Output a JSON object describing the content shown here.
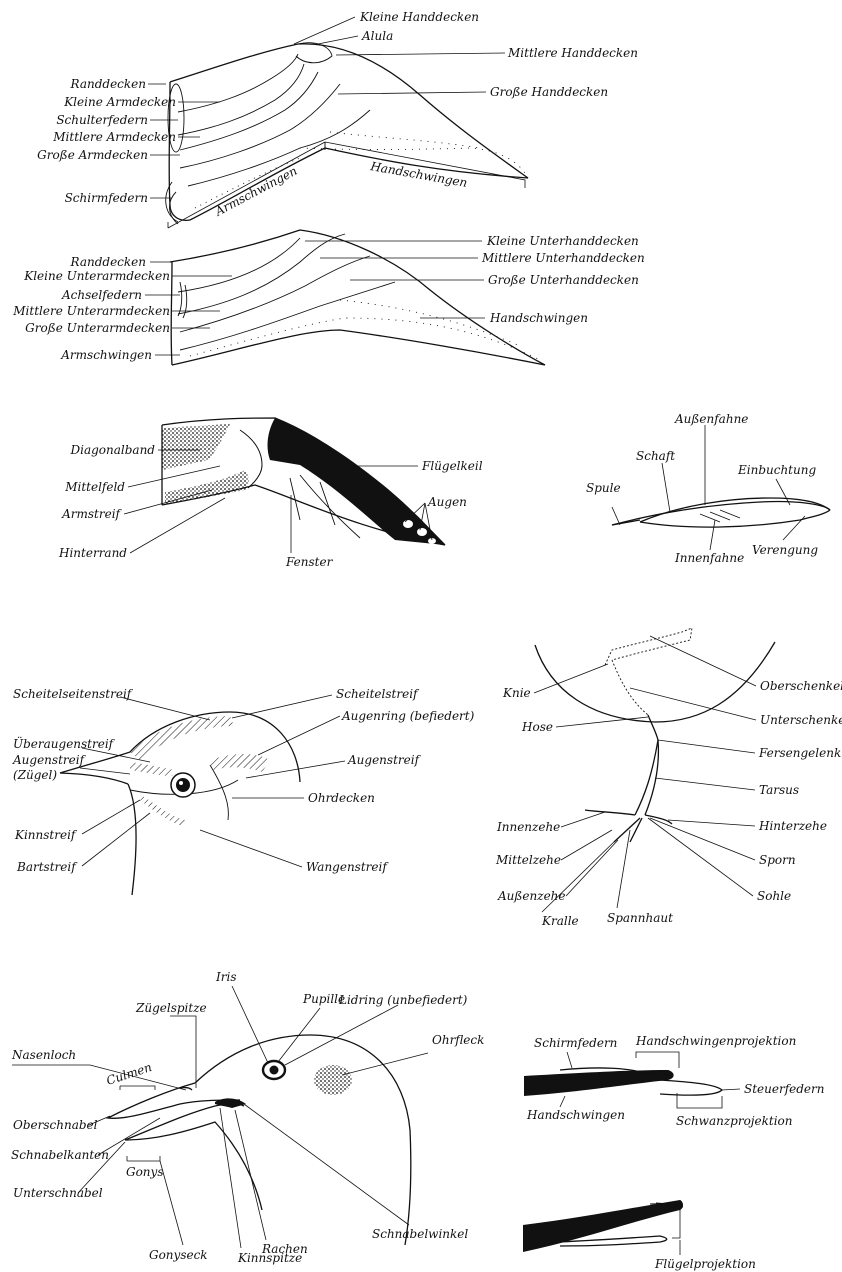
{
  "upper_wing": {
    "labels": {
      "kleine_handdecken": "Kleine Handdecken",
      "alula": "Alula",
      "mittlere_handdecken": "Mittlere Handdecken",
      "grosse_handdecken": "Große Handdecken",
      "randdecken": "Randdecken",
      "kleine_armdecken": "Kleine Armdecken",
      "schulterfedern": "Schulterfedern",
      "mittlere_armdecken": "Mittlere Armdecken",
      "grosse_armdecken": "Große Armdecken",
      "schirmfedern": "Schirmfedern",
      "armschwingen": "Armschwingen",
      "handschwingen": "Handschwingen"
    }
  },
  "under_wing": {
    "labels": {
      "randdecken": "Randdecken",
      "kleine_unterarmdecken": "Kleine Unterarmdecken",
      "achselfedern": "Achselfedern",
      "mittlere_unterarmdecken": "Mittlere Unterarmdecken",
      "grosse_unterarmdecken": "Große Unterarmdecken",
      "armschwingen": "Armschwingen",
      "kleine_unterhanddecken": "Kleine Unterhanddecken",
      "mittlere_unterhanddecken": "Mittlere Unterhanddecken",
      "grosse_unterhanddecken": "Große Unterhanddecken",
      "handschwingen": "Handschwingen"
    }
  },
  "pattern_wing": {
    "labels": {
      "diagonalband": "Diagonalband",
      "mittelfeld": "Mittelfeld",
      "armstreif": "Armstreif",
      "hinterrand": "Hinterrand",
      "fluegelkeil": "Flügelkeil",
      "augen": "Augen",
      "fenster": "Fenster"
    }
  },
  "feather": {
    "labels": {
      "aussenfahne": "Außenfahne",
      "schaft": "Schaft",
      "einbuchtung": "Einbuchtung",
      "spule": "Spule",
      "innenfahne": "Innenfahne",
      "verengung": "Verengung"
    }
  },
  "head": {
    "labels": {
      "scheitelseitenstreif": "Scheitelseitenstreif",
      "scheitelstreif": "Scheitelstreif",
      "augenring": "Augenring (befiedert)",
      "ueberaugenstreif": "Überaugenstreif",
      "augenstreif_zuegel_1": "Augenstreif",
      "augenstreif_zuegel_2": "(Zügel)",
      "augenstreif": "Augenstreif",
      "ohrdecken": "Ohrdecken",
      "kinnstreif": "Kinnstreif",
      "bartstreif": "Bartstreif",
      "wangenstreif": "Wangenstreif"
    }
  },
  "leg": {
    "labels": {
      "knie": "Knie",
      "oberschenkel": "Oberschenkel",
      "hose": "Hose",
      "unterschenkel": "Unterschenkel",
      "fersengelenk": "Fersengelenk",
      "tarsus": "Tarsus",
      "innenzehe": "Innenzehe",
      "hinterzehe": "Hinterzehe",
      "mittelzehe": "Mittelzehe",
      "sporn": "Sporn",
      "aussenzehe": "Außenzehe",
      "sohle": "Sohle",
      "kralle": "Kralle",
      "spannhaut": "Spannhaut"
    }
  },
  "bill": {
    "labels": {
      "iris": "Iris",
      "pupille": "Pupille",
      "zuegelspitze": "Zügelspitze",
      "lidring": "Lidring (unbefiedert)",
      "nasenloch": "Nasenloch",
      "ohrfleck": "Ohrfleck",
      "culmen": "Culmen",
      "oberschnabel": "Oberschnabel",
      "schnabelkanten": "Schnabelkanten",
      "gonys": "Gonys",
      "unterschnabel": "Unterschnabel",
      "rachen": "Rachen",
      "schnabelwinkel": "Schnabelwinkel",
      "gonyseck": "Gonyseck",
      "kinnspitze": "Kinnspitze"
    }
  },
  "projection": {
    "labels": {
      "schirmfedern": "Schirmfedern",
      "handschwingenprojektion": "Handschwingenprojektion",
      "steuerfedern": "Steuerfedern",
      "handschwingen": "Handschwingen",
      "schwanzprojektion": "Schwanzprojektion",
      "fluegelprojektion": "Flügelprojektion"
    }
  }
}
